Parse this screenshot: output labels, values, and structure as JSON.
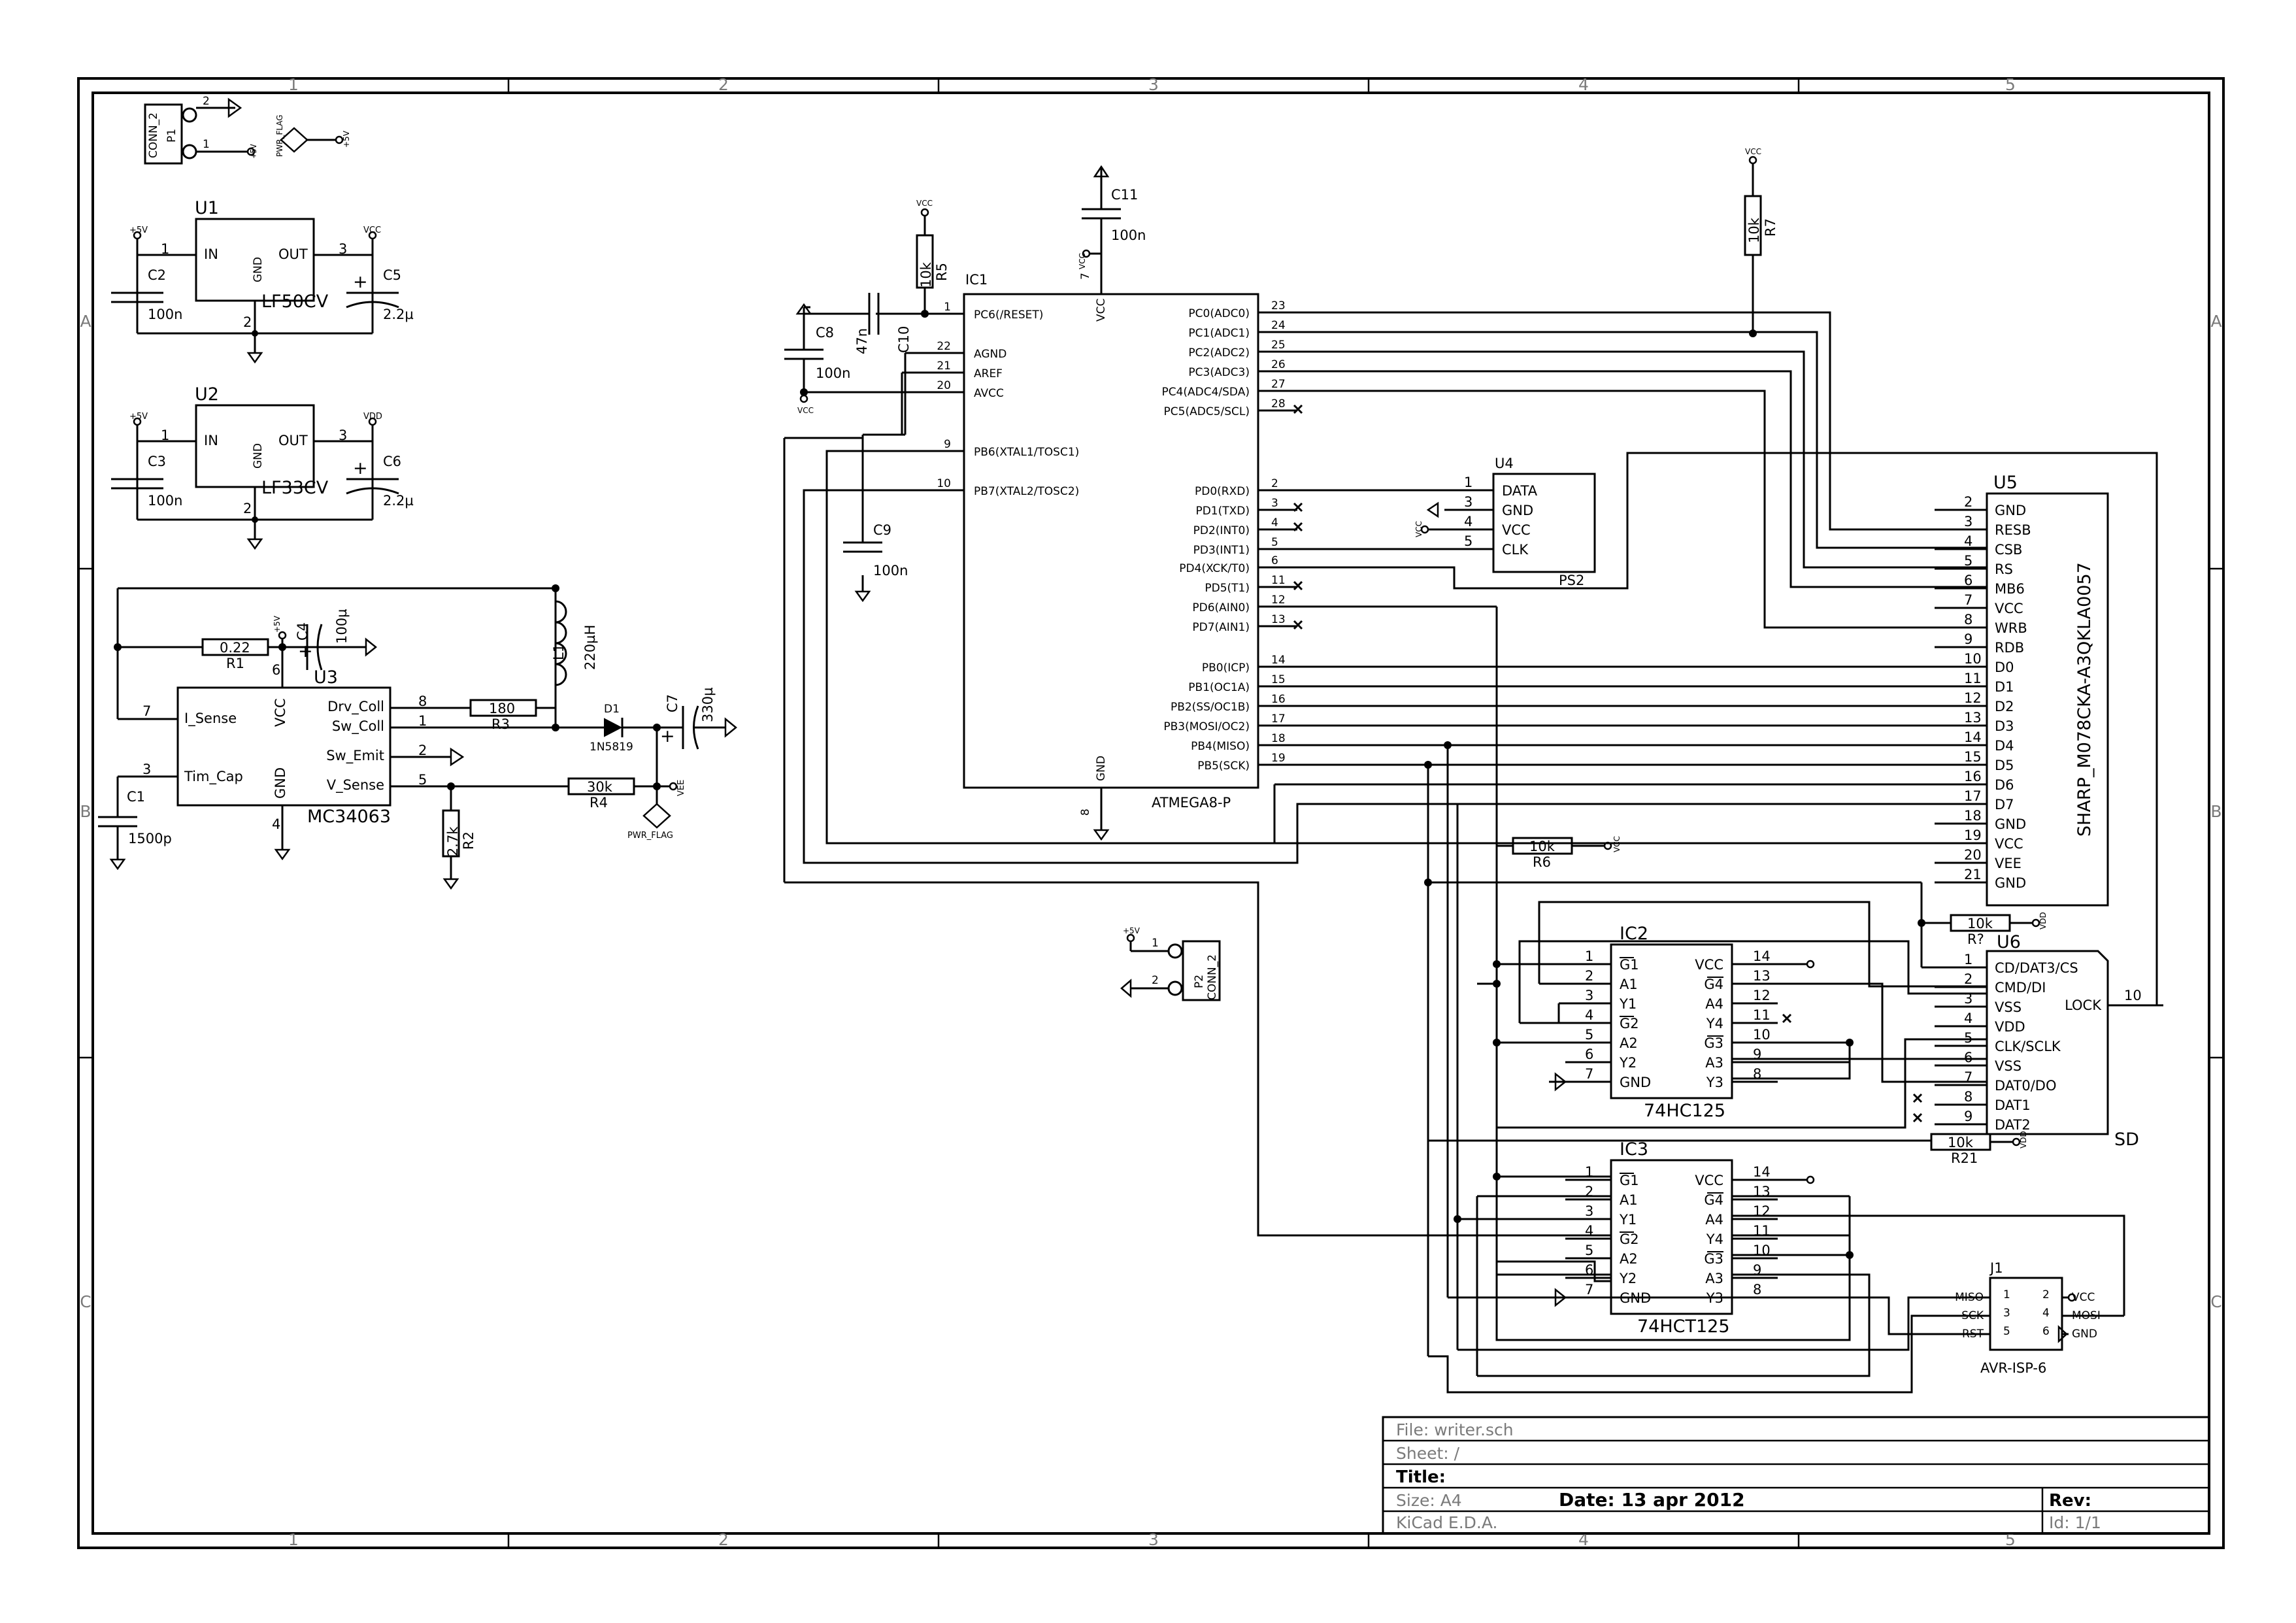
{
  "border": {
    "col_labels": [
      "1",
      "2",
      "3",
      "4",
      "5"
    ],
    "row_labels": [
      "A",
      "B",
      "C"
    ]
  },
  "title_block": {
    "file": "File: writer.sch",
    "sheet": "Sheet: /",
    "title": "Title:",
    "size": "Size: A4",
    "date": "Date: 13 apr 2012",
    "rev": "Rev:",
    "tool": "KiCad E.D.A.",
    "id": "Id: 1/1"
  },
  "power": {
    "p5v": "+5V",
    "vcc": "VCC",
    "vdd": "VDD",
    "vee": "VEE",
    "pwr_flag": "PWR_FLAG"
  },
  "connectors": {
    "p1": {
      "ref": "P1",
      "value": "CONN_2",
      "pins": [
        "1",
        "2"
      ]
    },
    "p2": {
      "ref": "P2",
      "value": "CONN_2",
      "pins": [
        "1",
        "2"
      ]
    },
    "j1": {
      "ref": "J1",
      "value": "AVR-ISP-6",
      "left_labels": [
        "MISO",
        "SCK",
        "RST"
      ],
      "right_labels": [
        "VCC",
        "MOSI",
        "GND"
      ],
      "pins_left": [
        "1",
        "3",
        "5"
      ],
      "pins_right": [
        "2",
        "4",
        "6"
      ]
    }
  },
  "regulators": {
    "u1": {
      "ref": "U1",
      "value": "LF50CV",
      "in": "IN",
      "out": "OUT",
      "gnd": "GND",
      "pins": [
        "1",
        "3",
        "2"
      ]
    },
    "u2": {
      "ref": "U2",
      "value": "LF33CV",
      "in": "IN",
      "out": "OUT",
      "gnd": "GND",
      "pins": [
        "1",
        "3",
        "2"
      ]
    }
  },
  "passives": {
    "c1": {
      "ref": "C1",
      "value": "1500p"
    },
    "c2": {
      "ref": "C2",
      "value": "100n"
    },
    "c3": {
      "ref": "C3",
      "value": "100n"
    },
    "c4": {
      "ref": "C4",
      "value": "100µ"
    },
    "c5": {
      "ref": "C5",
      "value": "2.2µ"
    },
    "c6": {
      "ref": "C6",
      "value": "2.2µ"
    },
    "c7": {
      "ref": "C7",
      "value": "330µ"
    },
    "c8": {
      "ref": "C8",
      "value": "100n"
    },
    "c9": {
      "ref": "C9",
      "value": "100n"
    },
    "c10": {
      "ref": "C10",
      "value": "47n"
    },
    "c11": {
      "ref": "C11",
      "value": "100n"
    },
    "r1": {
      "ref": "R1",
      "value": "0.22"
    },
    "r2": {
      "ref": "R2",
      "value": "2.7k"
    },
    "r3": {
      "ref": "R3",
      "value": "180"
    },
    "r4": {
      "ref": "R4",
      "value": "30k"
    },
    "r5": {
      "ref": "R5",
      "value": "10k"
    },
    "r6": {
      "ref": "R6",
      "value": "10k"
    },
    "r7": {
      "ref": "R7",
      "value": "10k"
    },
    "r8": {
      "ref": "R?",
      "value": "10k"
    },
    "r21": {
      "ref": "R21",
      "value": "10k"
    },
    "l1": {
      "ref": "L1",
      "value": "220µH"
    },
    "d1": {
      "ref": "D1",
      "value": "1N5819"
    }
  },
  "u3": {
    "ref": "U3",
    "value": "MC34063",
    "left": [
      {
        "pin": "7",
        "name": "I_Sense"
      },
      {
        "pin": "3",
        "name": "Tim_Cap"
      }
    ],
    "right": [
      {
        "pin": "8",
        "name": "Drv_Coll"
      },
      {
        "pin": "1",
        "name": "Sw_Coll"
      },
      {
        "pin": "2",
        "name": "Sw_Emit"
      },
      {
        "pin": "5",
        "name": "V_Sense"
      }
    ],
    "vcc": "VCC",
    "vcc_pin": "6",
    "gnd": "GND",
    "gnd_pin": "4"
  },
  "ic1": {
    "ref": "IC1",
    "value": "ATMEGA8-P",
    "vcc": "VCC",
    "vcc_pin": "7",
    "gnd": "GND",
    "gnd_pin": "8",
    "left": [
      {
        "pin": "1",
        "name": "PC6(/RESET)"
      },
      {
        "pin": "22",
        "name": "AGND"
      },
      {
        "pin": "21",
        "name": "AREF"
      },
      {
        "pin": "20",
        "name": "AVCC"
      },
      {
        "pin": "9",
        "name": "PB6(XTAL1/TOSC1)"
      },
      {
        "pin": "10",
        "name": "PB7(XTAL2/TOSC2)"
      }
    ],
    "right": [
      {
        "pin": "23",
        "name": "PC0(ADC0)"
      },
      {
        "pin": "24",
        "name": "PC1(ADC1)"
      },
      {
        "pin": "25",
        "name": "PC2(ADC2)"
      },
      {
        "pin": "26",
        "name": "PC3(ADC3)"
      },
      {
        "pin": "27",
        "name": "PC4(ADC4/SDA)"
      },
      {
        "pin": "28",
        "name": "PC5(ADC5/SCL)"
      },
      {
        "pin": "2",
        "name": "PD0(RXD)"
      },
      {
        "pin": "3",
        "name": "PD1(TXD)"
      },
      {
        "pin": "4",
        "name": "PD2(INT0)"
      },
      {
        "pin": "5",
        "name": "PD3(INT1)"
      },
      {
        "pin": "6",
        "name": "PD4(XCK/T0)"
      },
      {
        "pin": "11",
        "name": "PD5(T1)"
      },
      {
        "pin": "12",
        "name": "PD6(AIN0)"
      },
      {
        "pin": "13",
        "name": "PD7(AIN1)"
      },
      {
        "pin": "14",
        "name": "PB0(ICP)"
      },
      {
        "pin": "15",
        "name": "PB1(OC1A)"
      },
      {
        "pin": "16",
        "name": "PB2(SS/OC1B)"
      },
      {
        "pin": "17",
        "name": "PB3(MOSI/OC2)"
      },
      {
        "pin": "18",
        "name": "PB4(MISO)"
      },
      {
        "pin": "19",
        "name": "PB5(SCK)"
      }
    ]
  },
  "u4": {
    "ref": "U4",
    "value": "PS2",
    "pins": [
      {
        "pin": "1",
        "name": "DATA"
      },
      {
        "pin": "3",
        "name": "GND"
      },
      {
        "pin": "4",
        "name": "VCC"
      },
      {
        "pin": "5",
        "name": "CLK"
      }
    ]
  },
  "u5": {
    "ref": "U5",
    "value": "SHARP_M078CKA-A3QKLA0057",
    "pins": [
      {
        "pin": "2",
        "name": "GND"
      },
      {
        "pin": "3",
        "name": "RESB"
      },
      {
        "pin": "4",
        "name": "CSB"
      },
      {
        "pin": "5",
        "name": "RS"
      },
      {
        "pin": "6",
        "name": "MB6"
      },
      {
        "pin": "7",
        "name": "VCC"
      },
      {
        "pin": "8",
        "name": "WRB"
      },
      {
        "pin": "9",
        "name": "RDB"
      },
      {
        "pin": "10",
        "name": "D0"
      },
      {
        "pin": "11",
        "name": "D1"
      },
      {
        "pin": "12",
        "name": "D2"
      },
      {
        "pin": "13",
        "name": "D3"
      },
      {
        "pin": "14",
        "name": "D4"
      },
      {
        "pin": "15",
        "name": "D5"
      },
      {
        "pin": "16",
        "name": "D6"
      },
      {
        "pin": "17",
        "name": "D7"
      },
      {
        "pin": "18",
        "name": "GND"
      },
      {
        "pin": "19",
        "name": "VCC"
      },
      {
        "pin": "20",
        "name": "VEE"
      },
      {
        "pin": "21",
        "name": "GND"
      }
    ]
  },
  "u6": {
    "ref": "U6",
    "value": "SD",
    "pins": [
      {
        "pin": "1",
        "name": "CD/DAT3/CS"
      },
      {
        "pin": "2",
        "name": "CMD/DI"
      },
      {
        "pin": "3",
        "name": "VSS"
      },
      {
        "pin": "4",
        "name": "VDD"
      },
      {
        "pin": "5",
        "name": "CLK/SCLK"
      },
      {
        "pin": "6",
        "name": "VSS"
      },
      {
        "pin": "7",
        "name": "DAT0/DO"
      },
      {
        "pin": "8",
        "name": "DAT1"
      },
      {
        "pin": "9",
        "name": "DAT2"
      }
    ],
    "lock": "LOCK",
    "lock_pin": "10"
  },
  "ic2": {
    "ref": "IC2",
    "value": "74HC125",
    "left": [
      {
        "pin": "1",
        "name": "G1"
      },
      {
        "pin": "2",
        "name": "A1"
      },
      {
        "pin": "3",
        "name": "Y1"
      },
      {
        "pin": "4",
        "name": "G2"
      },
      {
        "pin": "5",
        "name": "A2"
      },
      {
        "pin": "6",
        "name": "Y2"
      },
      {
        "pin": "7",
        "name": "GND"
      }
    ],
    "right": [
      {
        "pin": "14",
        "name": "VCC"
      },
      {
        "pin": "13",
        "name": "G4"
      },
      {
        "pin": "12",
        "name": "A4"
      },
      {
        "pin": "11",
        "name": "Y4"
      },
      {
        "pin": "10",
        "name": "G3"
      },
      {
        "pin": "9",
        "name": "A3"
      },
      {
        "pin": "8",
        "name": "Y3"
      }
    ]
  },
  "ic3": {
    "ref": "IC3",
    "value": "74HCT125",
    "left": [
      {
        "pin": "1",
        "name": "G1"
      },
      {
        "pin": "2",
        "name": "A1"
      },
      {
        "pin": "3",
        "name": "Y1"
      },
      {
        "pin": "4",
        "name": "G2"
      },
      {
        "pin": "5",
        "name": "A2"
      },
      {
        "pin": "6",
        "name": "Y2"
      },
      {
        "pin": "7",
        "name": "GND"
      }
    ],
    "right": [
      {
        "pin": "14",
        "name": "VCC"
      },
      {
        "pin": "13",
        "name": "G4"
      },
      {
        "pin": "12",
        "name": "A4"
      },
      {
        "pin": "11",
        "name": "Y4"
      },
      {
        "pin": "10",
        "name": "G3"
      },
      {
        "pin": "9",
        "name": "A3"
      },
      {
        "pin": "8",
        "name": "Y3"
      }
    ]
  }
}
